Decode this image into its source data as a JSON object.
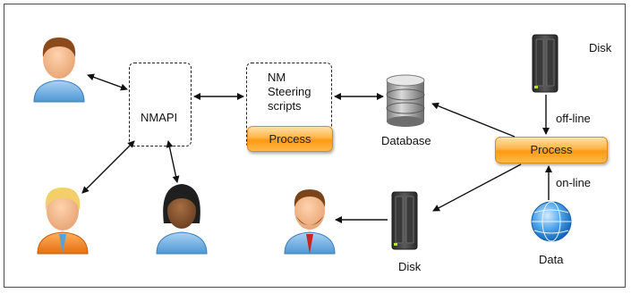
{
  "nodes": {
    "nmapi_label": "NMAPI",
    "steering_lines": [
      "NM",
      "Steering",
      "scripts"
    ],
    "process_left_label": "Process",
    "process_right_label": "Process",
    "database_label": "Database",
    "disk_top_label": "Disk",
    "disk_bottom_label": "Disk",
    "data_label": "Data",
    "edge_offline_label": "off-line",
    "edge_online_label": "on-line"
  },
  "icons": {
    "user_blue": "user-blue-icon",
    "user_orange": "user-orange-icon",
    "user_dark": "user-dark-haired-icon",
    "user_bearded": "user-bearded-icon",
    "database": "database-icon",
    "disk": "disk-server-icon",
    "globe": "globe-icon"
  },
  "colors": {
    "process_orange": "#ff9a12",
    "shirt_blue": "#6fb2e6",
    "shirt_orange": "#f48a2a",
    "arrow": "#111111"
  }
}
